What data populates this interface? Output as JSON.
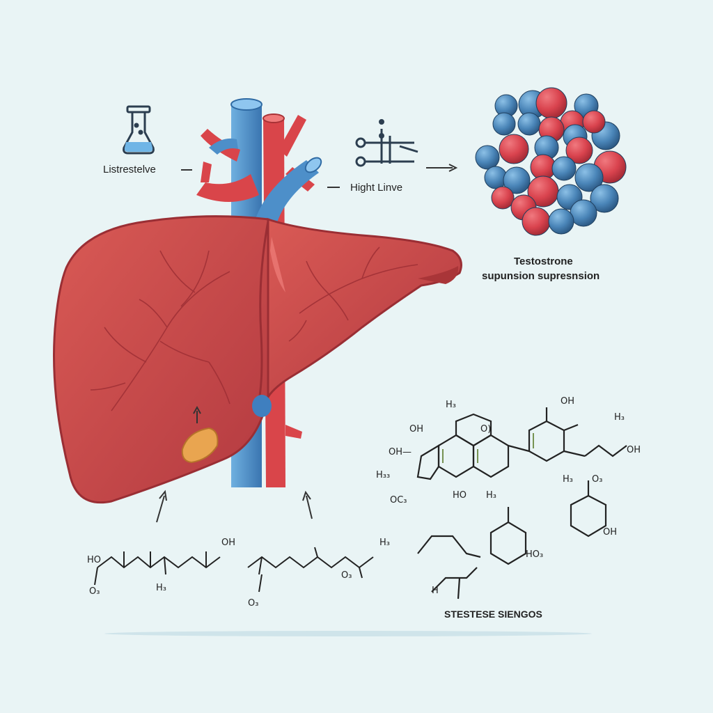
{
  "labels": {
    "left_caption": "Listrestelve",
    "right_caption": "Hight Linve",
    "molecule_line1": "Testostrone",
    "molecule_line2": "supunsion supresnsion",
    "bottom_caption": "STESTESE SIENGOS"
  },
  "chem_text": {
    "t1": "H₃",
    "t2": "OH",
    "t3": "H₃",
    "t4": "OH",
    "t5": "O)",
    "t6": "OH—",
    "t7": "H₃₃",
    "t8": "OC₃",
    "t9": "HO",
    "t10": "H₃",
    "t11": "OH",
    "t12": "H₃",
    "t13": "O₃",
    "t14": "OH",
    "t15": "HO₃",
    "t16": "O₃",
    "t17": "H₃",
    "t18": "O₃",
    "t19": "HO",
    "t20": "OH",
    "t21": "O₃",
    "t22": "H₃",
    "t23": "H"
  },
  "colors": {
    "background": "#e9f4f5",
    "liver": "#c8474a",
    "vessel_red": "#d9454a",
    "vessel_blue": "#4d8fc9",
    "atom_red": "#d9434e",
    "atom_blue": "#4a85b8",
    "bile": "#e9a550"
  },
  "icons": [
    "flask-icon",
    "circuit-icon"
  ]
}
